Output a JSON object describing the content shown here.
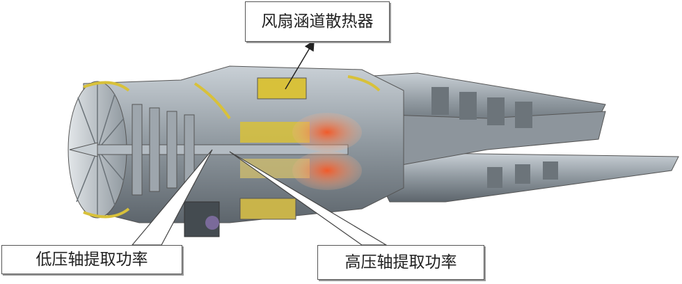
{
  "labels": {
    "fan_duct_radiator": "风扇涵道散热器",
    "low_pressure_shaft_power": "低压轴提取功率",
    "high_pressure_shaft_power": "高压轴提取功率"
  },
  "colors": {
    "casing": "#9aa3ab",
    "components": "#d8c13a",
    "hot_section": "#e8714a"
  }
}
